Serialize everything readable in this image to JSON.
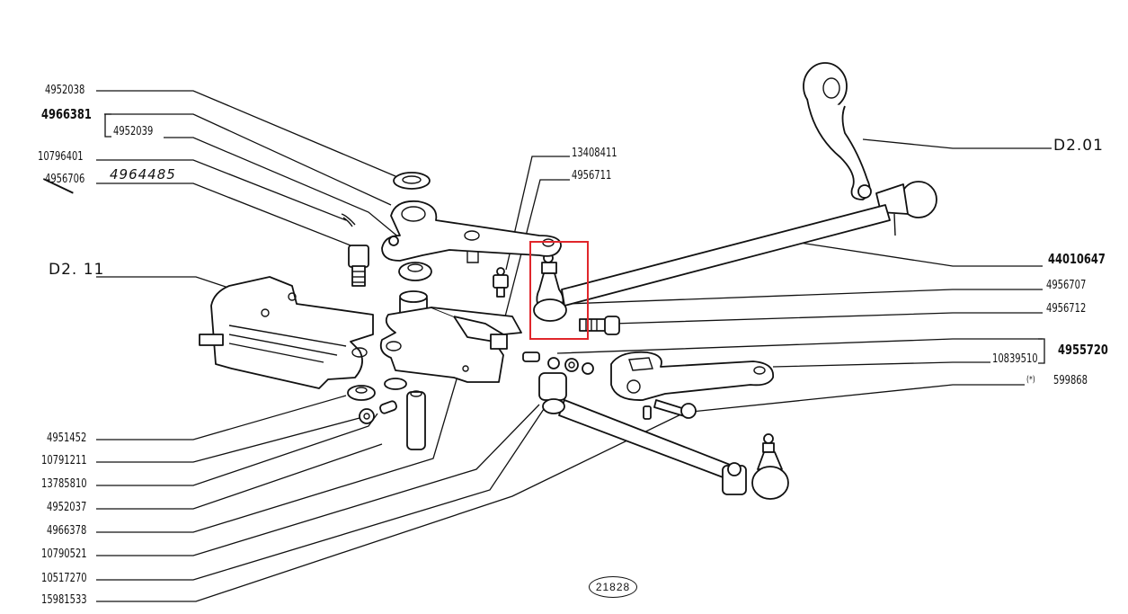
{
  "diagram": {
    "title": "Steering linkage exploded parts diagram",
    "plate_number": "21828",
    "highlight_color": "#e0262b",
    "left_callouts": [
      {
        "id": "4952038",
        "text": "4952038"
      },
      {
        "id": "4966381",
        "text": "4966381",
        "group_child": "4952039"
      },
      {
        "id": "4952039",
        "text": "4952039"
      },
      {
        "id": "10796401",
        "text": "10796401"
      },
      {
        "id": "4956706",
        "text": "4956706",
        "struck_out": true,
        "handwritten_replacement": "4964485"
      },
      {
        "id": "D2.11",
        "text": "D2. 11"
      },
      {
        "id": "4951452",
        "text": "4951452"
      },
      {
        "id": "10791211",
        "text": "10791211"
      },
      {
        "id": "13785810",
        "text": "13785810"
      },
      {
        "id": "4952037",
        "text": "4952037"
      },
      {
        "id": "4966378",
        "text": "4966378"
      },
      {
        "id": "10790521",
        "text": "10790521"
      },
      {
        "id": "10517270",
        "text": "10517270"
      },
      {
        "id": "15981533",
        "text": "15981533"
      }
    ],
    "center_callouts": [
      {
        "id": "13408411",
        "text": "13408411"
      },
      {
        "id": "4956711",
        "text": "4956711"
      }
    ],
    "right_callouts": [
      {
        "id": "D2.01",
        "text": "D2.01"
      },
      {
        "id": "44010647",
        "text": "44010647"
      },
      {
        "id": "4956707",
        "text": "4956707"
      },
      {
        "id": "4956712",
        "text": "4956712"
      },
      {
        "id": "10839510",
        "text": "10839510"
      },
      {
        "id": "4955720",
        "text": "4955720",
        "group_child": "10839510"
      },
      {
        "id": "599868",
        "text": "599868",
        "prefix": "(*)"
      }
    ]
  }
}
